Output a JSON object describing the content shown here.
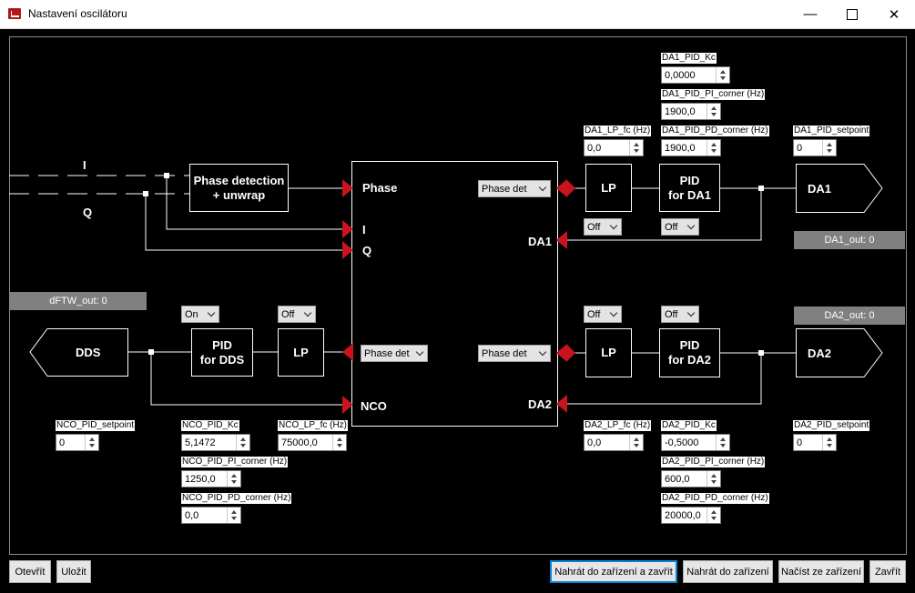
{
  "window": {
    "title": "Nastavení oscilátoru"
  },
  "inputs": {
    "i": "I",
    "q": "Q"
  },
  "blocks": {
    "phase_detection_line1": "Phase detection",
    "phase_detection_line2": "+ unwrap",
    "lp": "LP",
    "pid_da1_line1": "PID",
    "pid_da1_line2": "for DA1",
    "pid_da2_line1": "PID",
    "pid_da2_line2": "for DA2",
    "pid_dds_line1": "PID",
    "pid_dds_line2": "for DDS",
    "da1": "DA1",
    "da2": "DA2",
    "dds": "DDS"
  },
  "mux": {
    "in_phase": "Phase",
    "in_i": "I",
    "in_q": "Q",
    "in_nco": "NCO",
    "out_da1": "DA1",
    "out_da2": "DA2"
  },
  "combos": {
    "mux_da1_source": "Phase det",
    "mux_da2_source": "Phase det",
    "mux_nco_source": "Phase det",
    "da1_lp": "Off",
    "da1_pid": "Off",
    "da2_lp": "Off",
    "da2_pid": "Off",
    "nco_pid": "On",
    "nco_lp": "Off"
  },
  "params": {
    "da1_pid_kc": {
      "label": "DA1_PID_Kc",
      "value": "0,0000"
    },
    "da1_pid_pi": {
      "label": "DA1_PID_PI_corner (Hz)",
      "value": "1900,0"
    },
    "da1_pid_pd": {
      "label": "DA1_PID_PD_corner (Hz)",
      "value": "1900,0"
    },
    "da1_lp_fc": {
      "label": "DA1_LP_fc (Hz)",
      "value": "0,0"
    },
    "da1_setpoint": {
      "label": "DA1_PID_setpoint",
      "value": "0"
    },
    "da2_lp_fc": {
      "label": "DA2_LP_fc (Hz)",
      "value": "0,0"
    },
    "da2_pid_kc": {
      "label": "DA2_PID_Kc",
      "value": "-0,5000"
    },
    "da2_pid_pi": {
      "label": "DA2_PID_PI_corner (Hz)",
      "value": "600,0"
    },
    "da2_pid_pd": {
      "label": "DA2_PID_PD_corner (Hz)",
      "value": "20000,0"
    },
    "da2_setpoint": {
      "label": "DA2_PID_setpoint",
      "value": "0"
    },
    "nco_setpoint": {
      "label": "NCO_PID_setpoint",
      "value": "0"
    },
    "nco_pid_kc": {
      "label": "NCO_PID_Kc",
      "value": "5,1472"
    },
    "nco_lp_fc": {
      "label": "NCO_LP_fc (Hz)",
      "value": "75000,0"
    },
    "nco_pid_pi": {
      "label": "NCO_PID_PI_corner (Hz)",
      "value": "1250,0"
    },
    "nco_pid_pd": {
      "label": "NCO_PID_PD_corner (Hz)",
      "value": "0,0"
    }
  },
  "outputs": {
    "da1_out": "DA1_out: 0",
    "da2_out": "DA2_out: 0",
    "dftw_out": "dFTW_out: 0"
  },
  "buttons": {
    "open": "Otevřít",
    "save": "Uložit",
    "upload_close": "Nahrát do zařízení a zavřít",
    "upload": "Nahrát do zařízení",
    "load": "Načíst ze zařízení",
    "close": "Zavřít"
  },
  "colors": {
    "arrow": "#c8141e",
    "background": "#000000",
    "accent": "#0a84d6"
  }
}
